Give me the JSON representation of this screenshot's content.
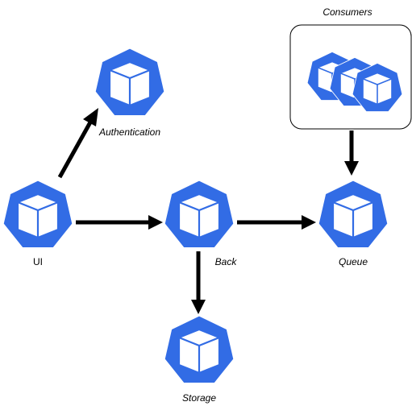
{
  "nodes": {
    "ui": {
      "label": "UI",
      "icon": "kubernetes-pod-icon"
    },
    "authentication": {
      "label": "Authentication",
      "icon": "kubernetes-pod-icon"
    },
    "back": {
      "label": "Back",
      "icon": "kubernetes-pod-icon"
    },
    "queue": {
      "label": "Queue",
      "icon": "kubernetes-pod-icon"
    },
    "storage": {
      "label": "Storage",
      "icon": "kubernetes-pod-icon"
    },
    "consumers": {
      "label": "Consumers",
      "icon": "kubernetes-pod-stack-icon"
    }
  },
  "edges": [
    {
      "from": "ui",
      "to": "authentication"
    },
    {
      "from": "ui",
      "to": "back"
    },
    {
      "from": "back",
      "to": "queue"
    },
    {
      "from": "back",
      "to": "storage"
    },
    {
      "from": "consumers",
      "to": "queue"
    }
  ],
  "colors": {
    "icon_fill": "#326CE5",
    "arrow": "#000000",
    "container_border": "#000000"
  }
}
